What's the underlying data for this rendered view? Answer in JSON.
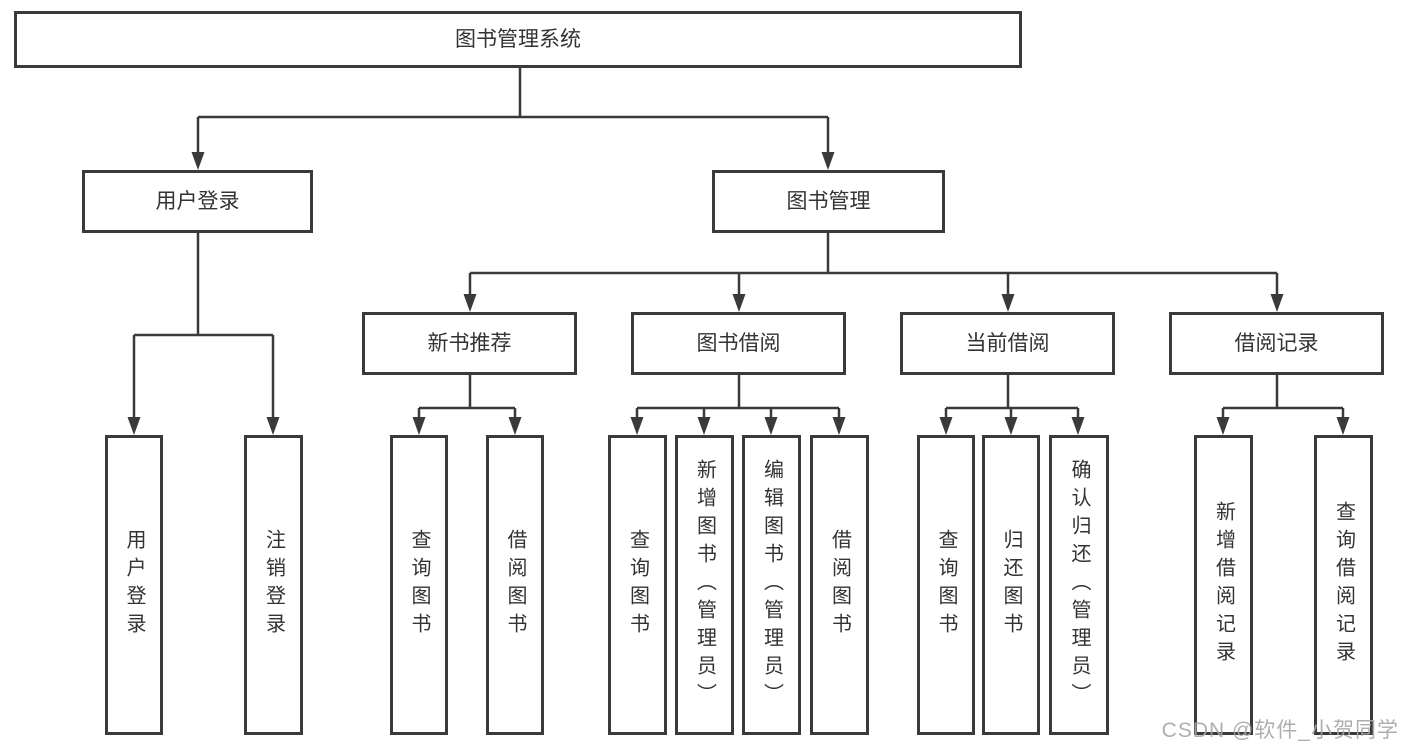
{
  "diagram": {
    "root": {
      "label": "图书管理系统"
    },
    "level2": [
      {
        "label": "用户登录",
        "children": [
          {
            "label": "用户登录"
          },
          {
            "label": "注销登录"
          }
        ]
      },
      {
        "label": "图书管理",
        "children": [
          {
            "label": "新书推荐",
            "children": [
              {
                "label": "查询图书"
              },
              {
                "label": "借阅图书"
              }
            ]
          },
          {
            "label": "图书借阅",
            "children": [
              {
                "label": "查询图书"
              },
              {
                "label": "新增图书（管理员）"
              },
              {
                "label": "编辑图书（管理员）"
              },
              {
                "label": "借阅图书"
              }
            ]
          },
          {
            "label": "当前借阅",
            "children": [
              {
                "label": "查询图书"
              },
              {
                "label": "归还图书"
              },
              {
                "label": "确认归还（管理员）"
              }
            ]
          },
          {
            "label": "借阅记录",
            "children": [
              {
                "label": "新增借阅记录"
              },
              {
                "label": "查询借阅记录"
              }
            ]
          }
        ]
      }
    ]
  },
  "watermark": {
    "text": "CSDN @软件_小贺同学"
  },
  "colors": {
    "line": "#3a3a3a",
    "text": "#333333",
    "watermark": "#a6a6a6",
    "background": "#ffffff"
  }
}
